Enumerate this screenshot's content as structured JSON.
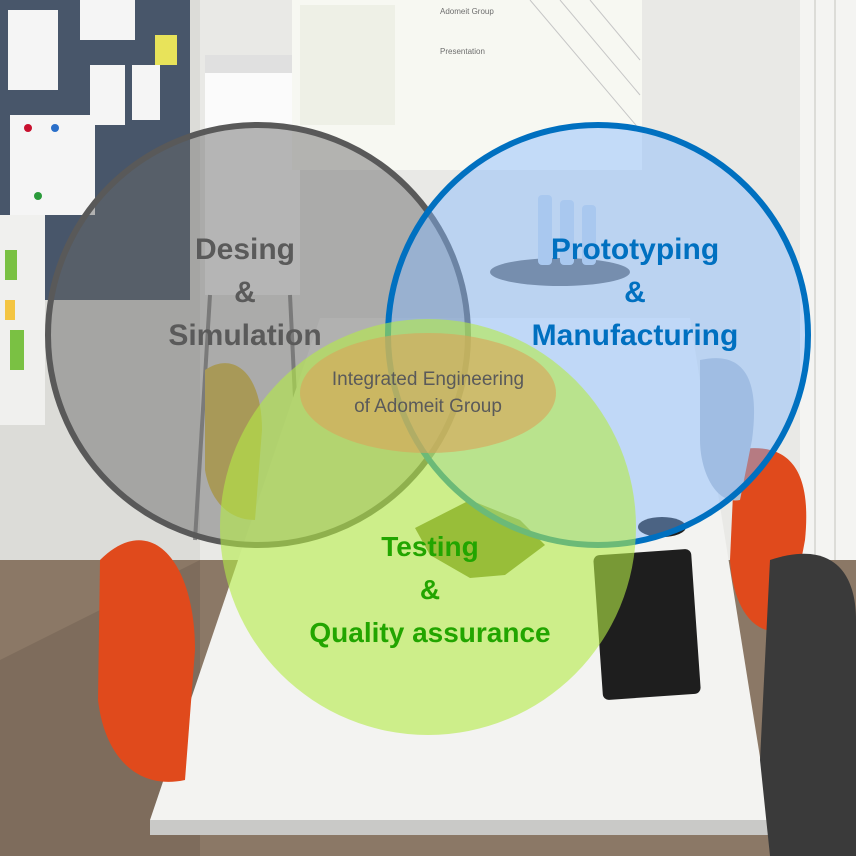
{
  "colors": {
    "gray": "#555555",
    "blue": "#0070c0",
    "green": "#22a500",
    "center": "#5a5a5a"
  },
  "diagram": {
    "gray_circle": {
      "line1": "Desing",
      "line2": "&",
      "line3": "Simulation"
    },
    "blue_circle": {
      "line1": "Prototyping",
      "line2": "&",
      "line3": "Manufacturing"
    },
    "green_circle": {
      "line1": "Testing",
      "line2": "&",
      "line3": "Quality assurance"
    },
    "center": {
      "line1": "Integrated Engineering",
      "line2": "of Adomeit Group"
    }
  },
  "background_text": {
    "projector_title": "Adomeit Group",
    "projector_heading": "Presentation"
  }
}
